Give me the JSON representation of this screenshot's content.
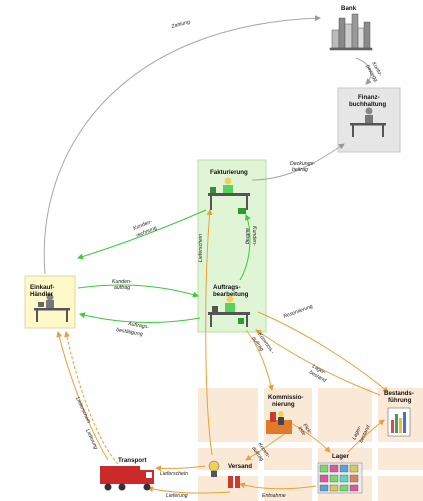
{
  "nodes": {
    "bank": "Bank",
    "finanz_1": "Finanz-",
    "finanz_2": "buchhaltung",
    "fakturierung": "Fakturierung",
    "auftrags_1": "Auftrags-",
    "auftrags_2": "bearbeitung",
    "einkauf_1": "Einkauf-",
    "einkauf_2": "Händler",
    "kommiss_1": "Kommissio-",
    "kommiss_2": "nierung",
    "bestands_1": "Bestands-",
    "bestands_2": "führung",
    "lager": "Lager",
    "versand": "Versand",
    "transport": "Transport"
  },
  "labels": {
    "zahlung": "Zahlung",
    "konto_1": "Konto-",
    "konto_2": "bewegg.",
    "deckungs_1": "Deckungs-",
    "deckungs_2": "beitrag",
    "kundenrechnung_1": "Kunden-",
    "kundenrechnung_2": "rechnung",
    "kundenauftrag_1": "Kunden-",
    "kundenauftrag_2": "auftrag",
    "auftragsbest_1": "Auftrags-",
    "auftragsbest_2": "bestätigung",
    "kundenauftrag_v_1": "Kunden-",
    "kundenauftrag_v_2": "auftrag",
    "lieferschein_v": "Lieferschein",
    "reservierung": "Reservierung",
    "kommissionsauftrag_1": "Kommiss.-",
    "kommissionsauftrag_2": "auftrag",
    "lagerbestand_1": "Lager-",
    "lagerbestand_2": "bestand",
    "pickliste_1": "Pick-",
    "pickliste_2": "liste",
    "lagerbestand_b_1": "Lager-",
    "lagerbestand_b_2": "bestand",
    "kommauftrag_1": "Komm-",
    "kommauftrag_2": "auftrag",
    "lieferschein_t": "Lieferschein",
    "lieferung_t": "Lieferung",
    "entnahme": "Entnahme",
    "lieferschein_e": "Lieferschein",
    "lieferung_e": "Lieferung"
  },
  "colors": {
    "green_zone": "#dff5d6",
    "green_border": "#b5e3a3",
    "green_arrow": "#3dc83d",
    "orange_zone": "#fbe9d8",
    "orange_arrow": "#e8a03a",
    "grey_arrow": "#a8a8a8",
    "dealer_bg": "#fff8c8",
    "grey_box": "#e6e6e6"
  }
}
